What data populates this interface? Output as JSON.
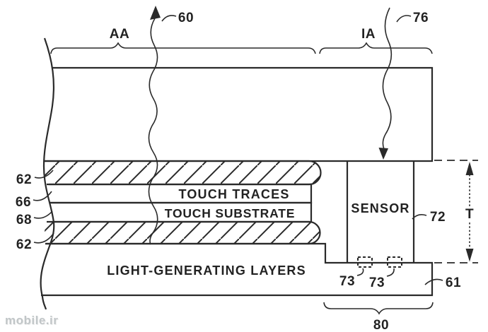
{
  "figure": {
    "region_labels": {
      "active_area": "AA",
      "inactive_area": "IA"
    },
    "reference_numerals": {
      "n60": "60",
      "n76": "76",
      "n62_top": "62",
      "n66": "66",
      "n68": "68",
      "n62_bottom": "62",
      "n72": "72",
      "n61": "61",
      "n73_left": "73",
      "n73_right": "73",
      "n80": "80"
    },
    "dimension": {
      "t": "T"
    },
    "layer_names": {
      "touch_traces": "TOUCH TRACES",
      "touch_substrate": "TOUCH SUBSTRATE",
      "sensor": "SENSOR",
      "light_generating": "LIGHT-GENERATING LAYERS"
    },
    "watermark": "mobile.ir",
    "colors": {
      "line": "#2a2a2a",
      "background": "#ffffff",
      "watermark": "#c1c6c8"
    }
  }
}
